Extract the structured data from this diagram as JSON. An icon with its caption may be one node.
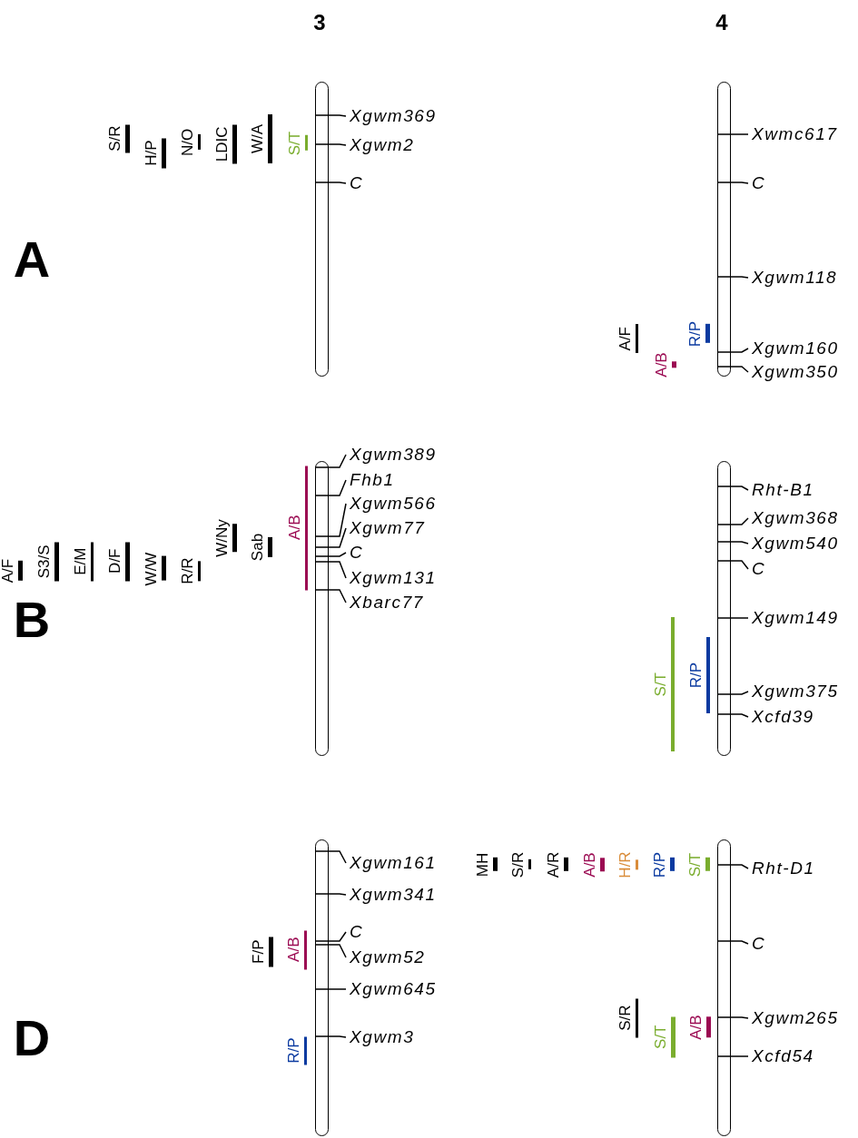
{
  "diagram": {
    "nodes": [
      {
        "text": [],
        "shape": "bar"
      },
      {
        "text": [
          "S/R"
        ]
      },
      {
        "text": [
          "H/P"
        ]
      },
      {
        "text": [
          "N/O"
        ]
      },
      {
        "text": [
          "LDIC"
        ]
      },
      {
        "text": [
          "W/A"
        ]
      },
      {
        "text": [
          "S/T"
        ]
      },
      {
        "text": [
          "Xgwm369"
        ]
      },
      {
        "text": [
          "Xgwm2"
        ]
      },
      {
        "text": [
          "C"
        ]
      },
      {
        "text": [],
        "shape": "bar"
      },
      {
        "text": [
          "A/F"
        ]
      },
      {
        "text": [
          "A/B"
        ]
      },
      {
        "text": [
          "R/P"
        ]
      },
      {
        "text": [
          "Xwmc617"
        ]
      },
      {
        "text": [
          "C"
        ]
      },
      {
        "text": [
          "Xgwm118"
        ]
      },
      {
        "text": [
          "Xgwm160"
        ]
      },
      {
        "text": [
          "Xgwm350"
        ]
      },
      {
        "text": [],
        "shape": "bar"
      },
      {
        "text": [
          "A/F"
        ]
      },
      {
        "text": [
          "S3/S"
        ]
      },
      {
        "text": [
          "E/M"
        ]
      },
      {
        "text": [
          "D/F"
        ]
      },
      {
        "text": [
          "W/W"
        ]
      },
      {
        "text": [
          "R/R"
        ]
      },
      {
        "text": [
          "W/Ny"
        ]
      },
      {
        "text": [
          "Sab"
        ]
      },
      {
        "text": [
          "A/B"
        ]
      },
      {
        "text": [
          "Xgwm389"
        ]
      },
      {
        "text": [
          "Fhb1"
        ]
      },
      {
        "text": [
          "Xgwm566"
        ]
      },
      {
        "text": [
          "Xgwm77"
        ]
      },
      {
        "text": [
          "C"
        ]
      },
      {
        "text": [
          "Xgwm131"
        ]
      },
      {
        "text": [
          "Xbarc77"
        ]
      },
      {
        "text": [],
        "shape": "bar"
      },
      {
        "text": [
          "S/T"
        ]
      },
      {
        "text": [
          "R/P"
        ]
      },
      {
        "text": [
          "Rht-B1"
        ]
      },
      {
        "text": [
          "Xgwm368"
        ]
      },
      {
        "text": [
          "Xgwm540"
        ]
      },
      {
        "text": [
          "C"
        ]
      },
      {
        "text": [
          "Xgwm149"
        ]
      },
      {
        "text": [
          "Xgwm375"
        ]
      },
      {
        "text": [
          "Xcfd39"
        ]
      },
      {
        "text": [],
        "shape": "bar"
      },
      {
        "text": [
          "F/P"
        ]
      },
      {
        "text": [
          "A/B"
        ]
      },
      {
        "text": [
          "R/P"
        ]
      },
      {
        "text": [
          "Xgwm161"
        ]
      },
      {
        "text": [
          "Xgwm341"
        ]
      },
      {
        "text": [
          "C"
        ]
      },
      {
        "text": [
          "Xgwm52"
        ]
      },
      {
        "text": [
          "Xgwm645"
        ]
      },
      {
        "text": [
          "Xgwm3"
        ]
      },
      {
        "text": [],
        "shape": "bar"
      },
      {
        "text": [
          "MH"
        ]
      },
      {
        "text": [
          "S/R"
        ]
      },
      {
        "text": [
          "A/R"
        ]
      },
      {
        "text": [
          "A/B"
        ]
      },
      {
        "text": [
          "H/R"
        ]
      },
      {
        "text": [
          "R/P"
        ]
      },
      {
        "text": [
          "S/T"
        ]
      },
      {
        "text": [
          "S/R"
        ]
      },
      {
        "text": [
          "S/T"
        ]
      },
      {
        "text": [
          "A/B"
        ]
      },
      {
        "text": [
          "Rht-D1"
        ]
      },
      {
        "text": [
          "C"
        ]
      },
      {
        "text": [
          "Xgwm265"
        ]
      },
      {
        "text": [
          "Xcfd54"
        ]
      }
    ],
    "edges": [
      {
        "from": 7,
        "to": 0,
        "arrow": "none"
      },
      {
        "from": 8,
        "to": 0,
        "arrow": "none"
      },
      {
        "from": 9,
        "to": 0,
        "arrow": "none"
      },
      {
        "from": 14,
        "to": 10,
        "arrow": "none"
      },
      {
        "from": 15,
        "to": 10,
        "arrow": "none"
      },
      {
        "from": 16,
        "to": 10,
        "arrow": "none"
      },
      {
        "from": 17,
        "to": 10,
        "arrow": "none"
      },
      {
        "from": 18,
        "to": 10,
        "arrow": "none"
      },
      {
        "from": 29,
        "to": 19,
        "arrow": "none"
      },
      {
        "from": 30,
        "to": 19,
        "arrow": "none"
      },
      {
        "from": 31,
        "to": 19,
        "arrow": "none"
      },
      {
        "from": 32,
        "to": 19,
        "arrow": "none"
      },
      {
        "from": 33,
        "to": 19,
        "arrow": "none"
      },
      {
        "from": 34,
        "to": 19,
        "arrow": "none"
      },
      {
        "from": 35,
        "to": 19,
        "arrow": "none"
      },
      {
        "from": 39,
        "to": 36,
        "arrow": "none"
      },
      {
        "from": 40,
        "to": 36,
        "arrow": "none"
      },
      {
        "from": 41,
        "to": 36,
        "arrow": "none"
      },
      {
        "from": 42,
        "to": 36,
        "arrow": "none"
      },
      {
        "from": 43,
        "to": 36,
        "arrow": "none"
      },
      {
        "from": 44,
        "to": 36,
        "arrow": "none"
      },
      {
        "from": 45,
        "to": 36,
        "arrow": "none"
      },
      {
        "from": 50,
        "to": 46,
        "arrow": "none"
      },
      {
        "from": 51,
        "to": 46,
        "arrow": "none"
      },
      {
        "from": 52,
        "to": 46,
        "arrow": "none"
      },
      {
        "from": 53,
        "to": 46,
        "arrow": "none"
      },
      {
        "from": 54,
        "to": 46,
        "arrow": "none"
      },
      {
        "from": 55,
        "to": 46,
        "arrow": "none"
      },
      {
        "from": 67,
        "to": 56,
        "arrow": "none"
      },
      {
        "from": 68,
        "to": 56,
        "arrow": "none"
      },
      {
        "from": 69,
        "to": 56,
        "arrow": "none"
      },
      {
        "from": 70,
        "to": 56,
        "arrow": "none"
      }
    ],
    "labels": [
      "3",
      "4",
      "A",
      "B",
      "D"
    ]
  }
}
